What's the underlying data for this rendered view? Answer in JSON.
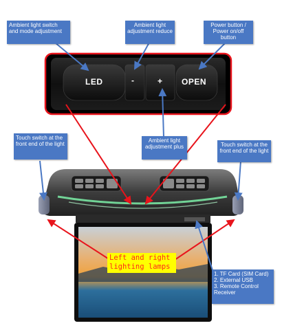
{
  "callouts": {
    "mode_switch": "Ambient light switch and mode adjustment",
    "reduce": "Ambient light adjustment reduce",
    "power": "Power button / Power on/off button",
    "plus": "Ambient light adjustment plus",
    "touch_left": "Touch switch at the front end of the light",
    "touch_right": "Touch switch at the front end of the light",
    "ports": [
      "1. TF Card (SIM Card)",
      "2. External USB",
      "3. Remote Control Receiver"
    ]
  },
  "buttons": {
    "led": "LED",
    "minus": "-",
    "plus": "+",
    "open": "OPEN"
  },
  "banner": {
    "line1": "Left and right",
    "line2": "lighting lamps"
  },
  "colors": {
    "callout_fill": "#4a78c4",
    "highlight_outline": "#e8141c",
    "banner_fill": "#ffff00",
    "banner_text": "#ff2a1a"
  }
}
